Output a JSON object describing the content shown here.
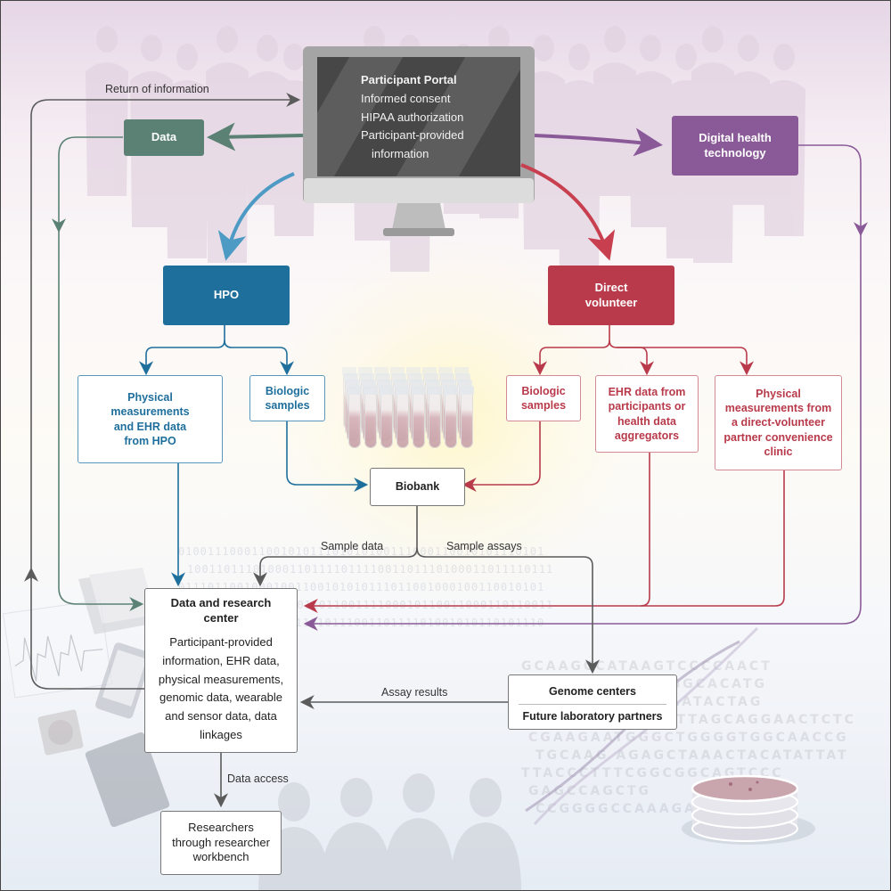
{
  "portal": {
    "title": "Participant Portal",
    "items": [
      "Informed consent",
      "HIPAA authorization",
      "Participant-provided",
      "information"
    ]
  },
  "flow_labels": {
    "return_of_information": "Return of information",
    "sample_data": "Sample data",
    "sample_assays": "Sample assays",
    "assay_results": "Assay results",
    "data_access": "Data access"
  },
  "nodes": {
    "data": "Data",
    "digital_health": "Digital health technology",
    "hpo": "HPO",
    "direct_volunteer": "Direct volunteer",
    "hpo_physical": "Physical measurements and EHR data from HPO",
    "hpo_biologic": "Biologic samples",
    "dv_biologic": "Biologic samples",
    "dv_ehr": "EHR data from participants or health data aggregators",
    "dv_physical": "Physical measurements from a direct-volunteer partner convenience clinic",
    "biobank": "Biobank",
    "drc_title": "Data and research center",
    "drc_body": "Participant-provided information, EHR data, physical measurements, genomic data, wearable and sensor data, data linkages",
    "genome_centers": "Genome centers",
    "future_labs": "Future laboratory partners",
    "researchers": "Researchers through researcher workbench"
  },
  "background": {
    "binary_rows": [
      "0100111000110010101110101",
      "1001101110100011011110111",
      "0111011001000100110010101",
      "1100010110011000110110011",
      "0110111101001010110101110"
    ],
    "dna_rows": [
      "GCAAGCCATAAGTCCCCAACT",
      "AGCTTCTGTCTCGGCACATG",
      "GTAAGCCAAGAAATACTAG",
      "CGATGGAATGTCCTTAGCAGGAACTCTC",
      "CGAAGAATGGGCTGGGGTGGCAACCG",
      "TGCAAG AGAGCTAAACTACATATTAT",
      "TTACCCTTTCGGCGGCAGTCCC",
      "GAGCCAGCTG",
      "CCGGGGCCAAAGA"
    ]
  },
  "colors": {
    "data_green": "#5a8173",
    "digital_purple": "#8a5a98",
    "hpo_blue": "#1f6f9c",
    "dv_red": "#b83a4b",
    "gray_flow": "#5b5b5b"
  }
}
